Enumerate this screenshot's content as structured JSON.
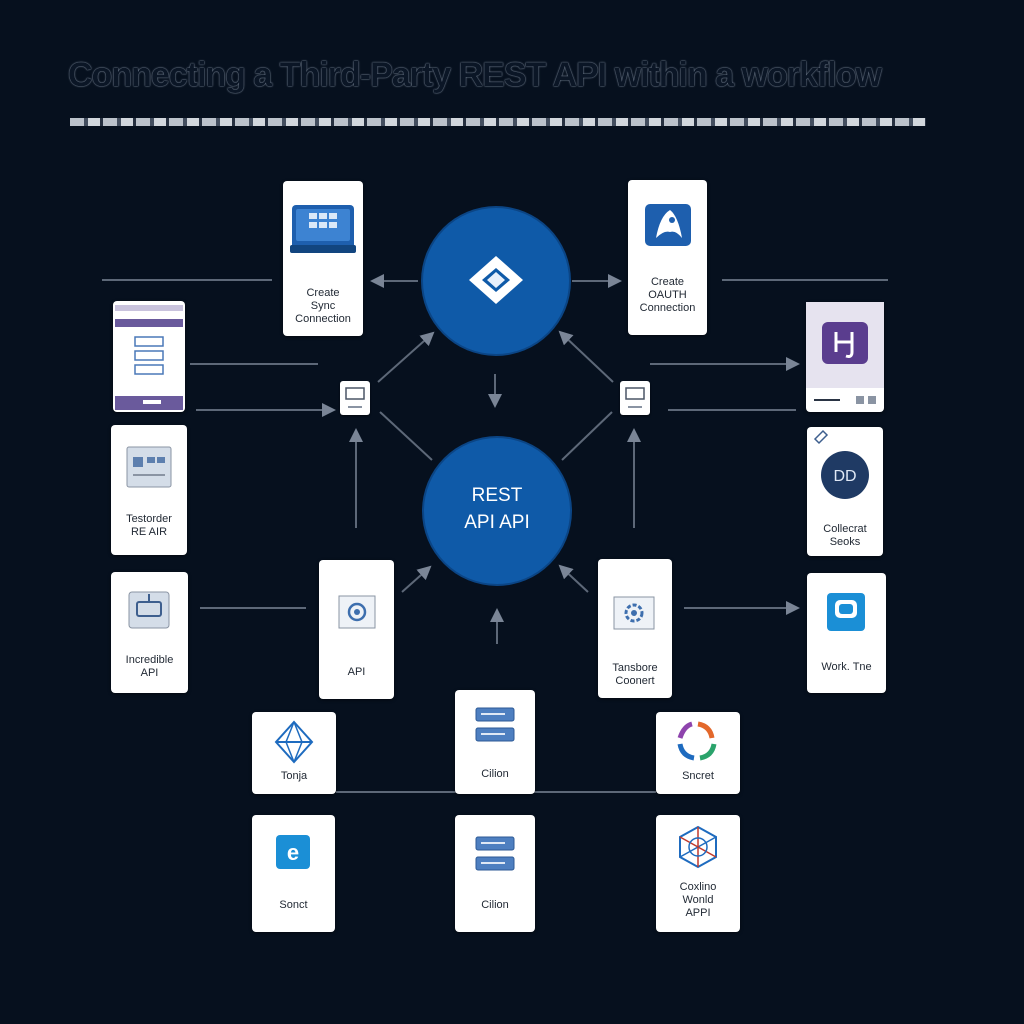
{
  "title": "Connecting a Third-Party REST API within a workflow",
  "hub_top": {
    "icon": "diamond-cube-icon"
  },
  "hub_center": {
    "label": "REST\nAPI API"
  },
  "cards": {
    "create_sync_connection": {
      "label": "Create\nSync\nConnection",
      "icon": "server-grid-icon"
    },
    "create_oauth_connection": {
      "label": "Create\nOAUTH\nConnection",
      "icon": "bird-icon"
    },
    "mobile_app": {
      "label": "",
      "icon": "phone-list-icon"
    },
    "hook_app": {
      "label": "",
      "icon": "hook-icon"
    },
    "test_rest_api": {
      "label": "Testorder\nRE AIR",
      "icon": "monitor-grid-icon"
    },
    "collect_secret": {
      "label": "Collecrat\nSeoks",
      "icon": "dd-badge-icon"
    },
    "incredible_api": {
      "label": "Incredible\nAPI",
      "icon": "terminal-icon"
    },
    "api": {
      "label": "API",
      "icon": "cloud-gear-icon"
    },
    "transform_convert": {
      "label": "Tansbore\nCoonert",
      "icon": "gear-icon"
    },
    "work_tree": {
      "label": "Work. Tne",
      "icon": "chat-icon"
    },
    "toggle": {
      "label": "Tonja",
      "icon": "network-diamond-icon"
    },
    "client_top": {
      "label": "Cilion",
      "icon": "server-stack-icon"
    },
    "secret_top": {
      "label": "Sncret",
      "icon": "swirl-icon"
    },
    "secret_bottom": {
      "label": "Sonct",
      "icon": "edge-icon"
    },
    "client_bottom": {
      "label": "Cilion",
      "icon": "server-stack-icon"
    },
    "craft_world_api": {
      "label": "Coxlino\nWonld\nAPPI",
      "icon": "mesh-globe-icon"
    }
  },
  "colors": {
    "background": "#06101e",
    "hub": "#0f5aa8",
    "line": "#5d6878"
  }
}
